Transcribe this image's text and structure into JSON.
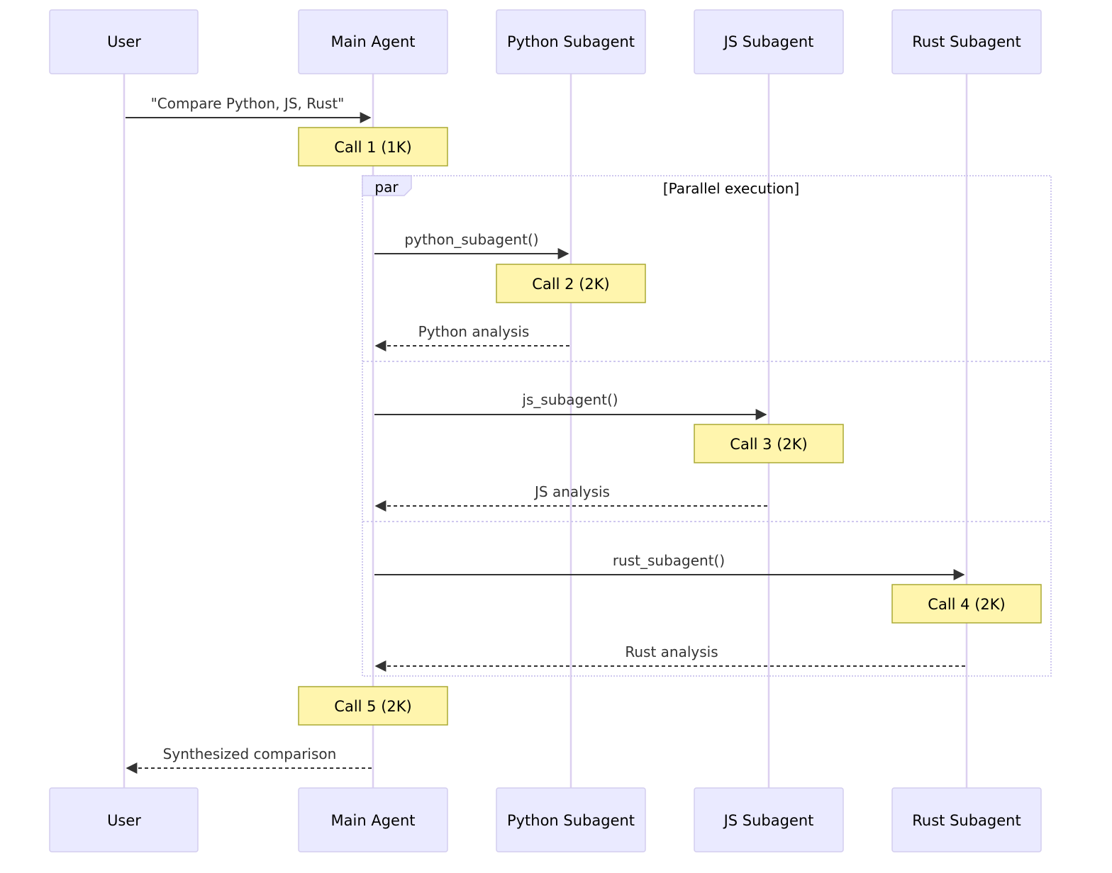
{
  "participants": [
    {
      "id": "user",
      "label": "User"
    },
    {
      "id": "main",
      "label": "Main Agent"
    },
    {
      "id": "python",
      "label": "Python Subagent"
    },
    {
      "id": "js",
      "label": "JS Subagent"
    },
    {
      "id": "rust",
      "label": "Rust Subagent"
    }
  ],
  "messages": [
    {
      "from": "user",
      "to": "main",
      "label": "\"Compare Python, JS, Rust\"",
      "style": "solid"
    },
    {
      "from": "main",
      "to": "python",
      "label": "python_subagent()",
      "style": "solid"
    },
    {
      "from": "python",
      "to": "main",
      "label": "Python analysis",
      "style": "dashed"
    },
    {
      "from": "main",
      "to": "js",
      "label": "js_subagent()",
      "style": "solid"
    },
    {
      "from": "js",
      "to": "main",
      "label": "JS analysis",
      "style": "dashed"
    },
    {
      "from": "main",
      "to": "rust",
      "label": "rust_subagent()",
      "style": "solid"
    },
    {
      "from": "rust",
      "to": "main",
      "label": "Rust analysis",
      "style": "dashed"
    },
    {
      "from": "main",
      "to": "user",
      "label": "Synthesized comparison",
      "style": "dashed"
    }
  ],
  "notes": [
    {
      "over": "main",
      "label": "Call 1 (1K)"
    },
    {
      "over": "python",
      "label": "Call 2 (2K)"
    },
    {
      "over": "js",
      "label": "Call 3 (2K)"
    },
    {
      "over": "rust",
      "label": "Call 4 (2K)"
    },
    {
      "over": "main",
      "label": "Call 5 (2K)"
    }
  ],
  "fragment": {
    "type": "par",
    "condition": "[Parallel execution]"
  },
  "colors": {
    "actor_fill": "#eaeaff",
    "actor_stroke": "#d3cdef",
    "lifeline": "#dccff0",
    "note_fill": "#fff5ad",
    "note_stroke": "#aaaa33",
    "message": "#333333"
  }
}
